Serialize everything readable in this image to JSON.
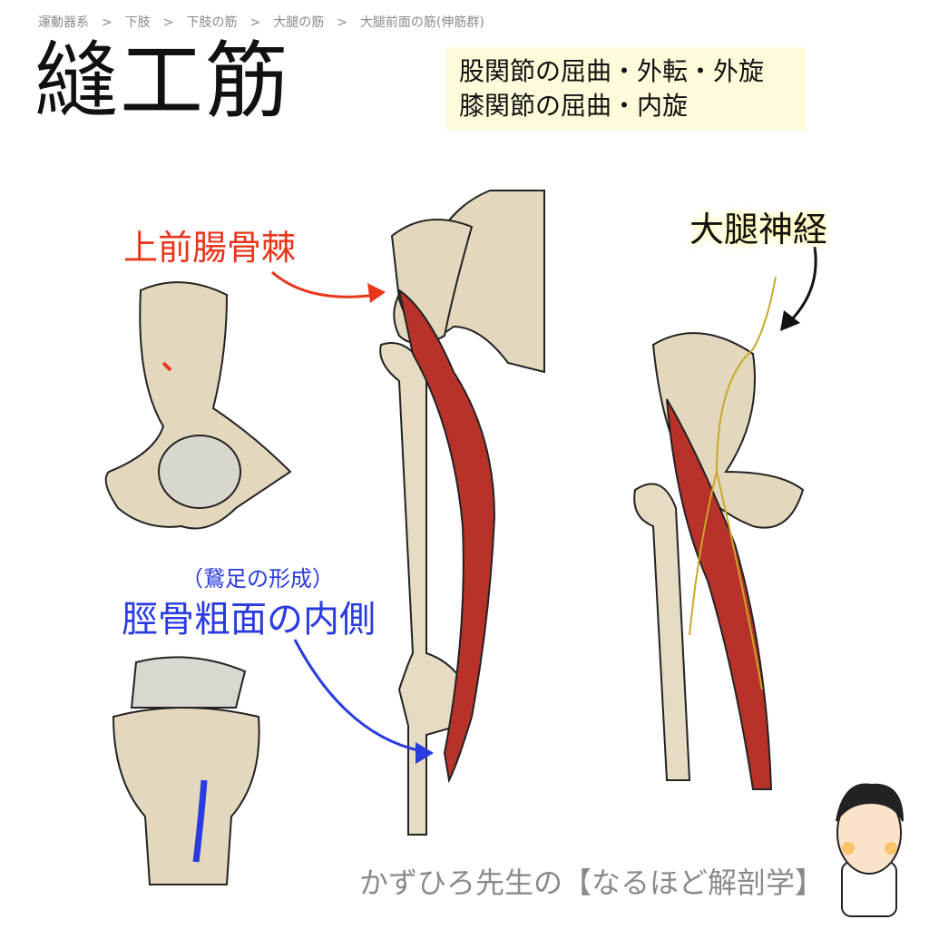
{
  "breadcrumb": [
    "運動器系",
    "下肢",
    "下肢の筋",
    "大腿の筋",
    "大腿前面の筋(伸筋群)"
  ],
  "breadcrumb_separator": ">",
  "title": "縫工筋",
  "actions": [
    "股関節の屈曲・外転・外旋",
    "膝関節の屈曲・内旋"
  ],
  "labels": {
    "origin": "上前腸骨棘",
    "insertion_note": "（鵞足の形成）",
    "insertion": "脛骨粗面の内側",
    "nerve": "大腿神経"
  },
  "credit": "かずひろ先生の【なるほど解剖学】",
  "colors": {
    "origin": "#e8361c",
    "insertion": "#2a3be0",
    "muscle": "#b8322a",
    "bone": "#e6dcc4",
    "nerve": "#c9a72a"
  }
}
